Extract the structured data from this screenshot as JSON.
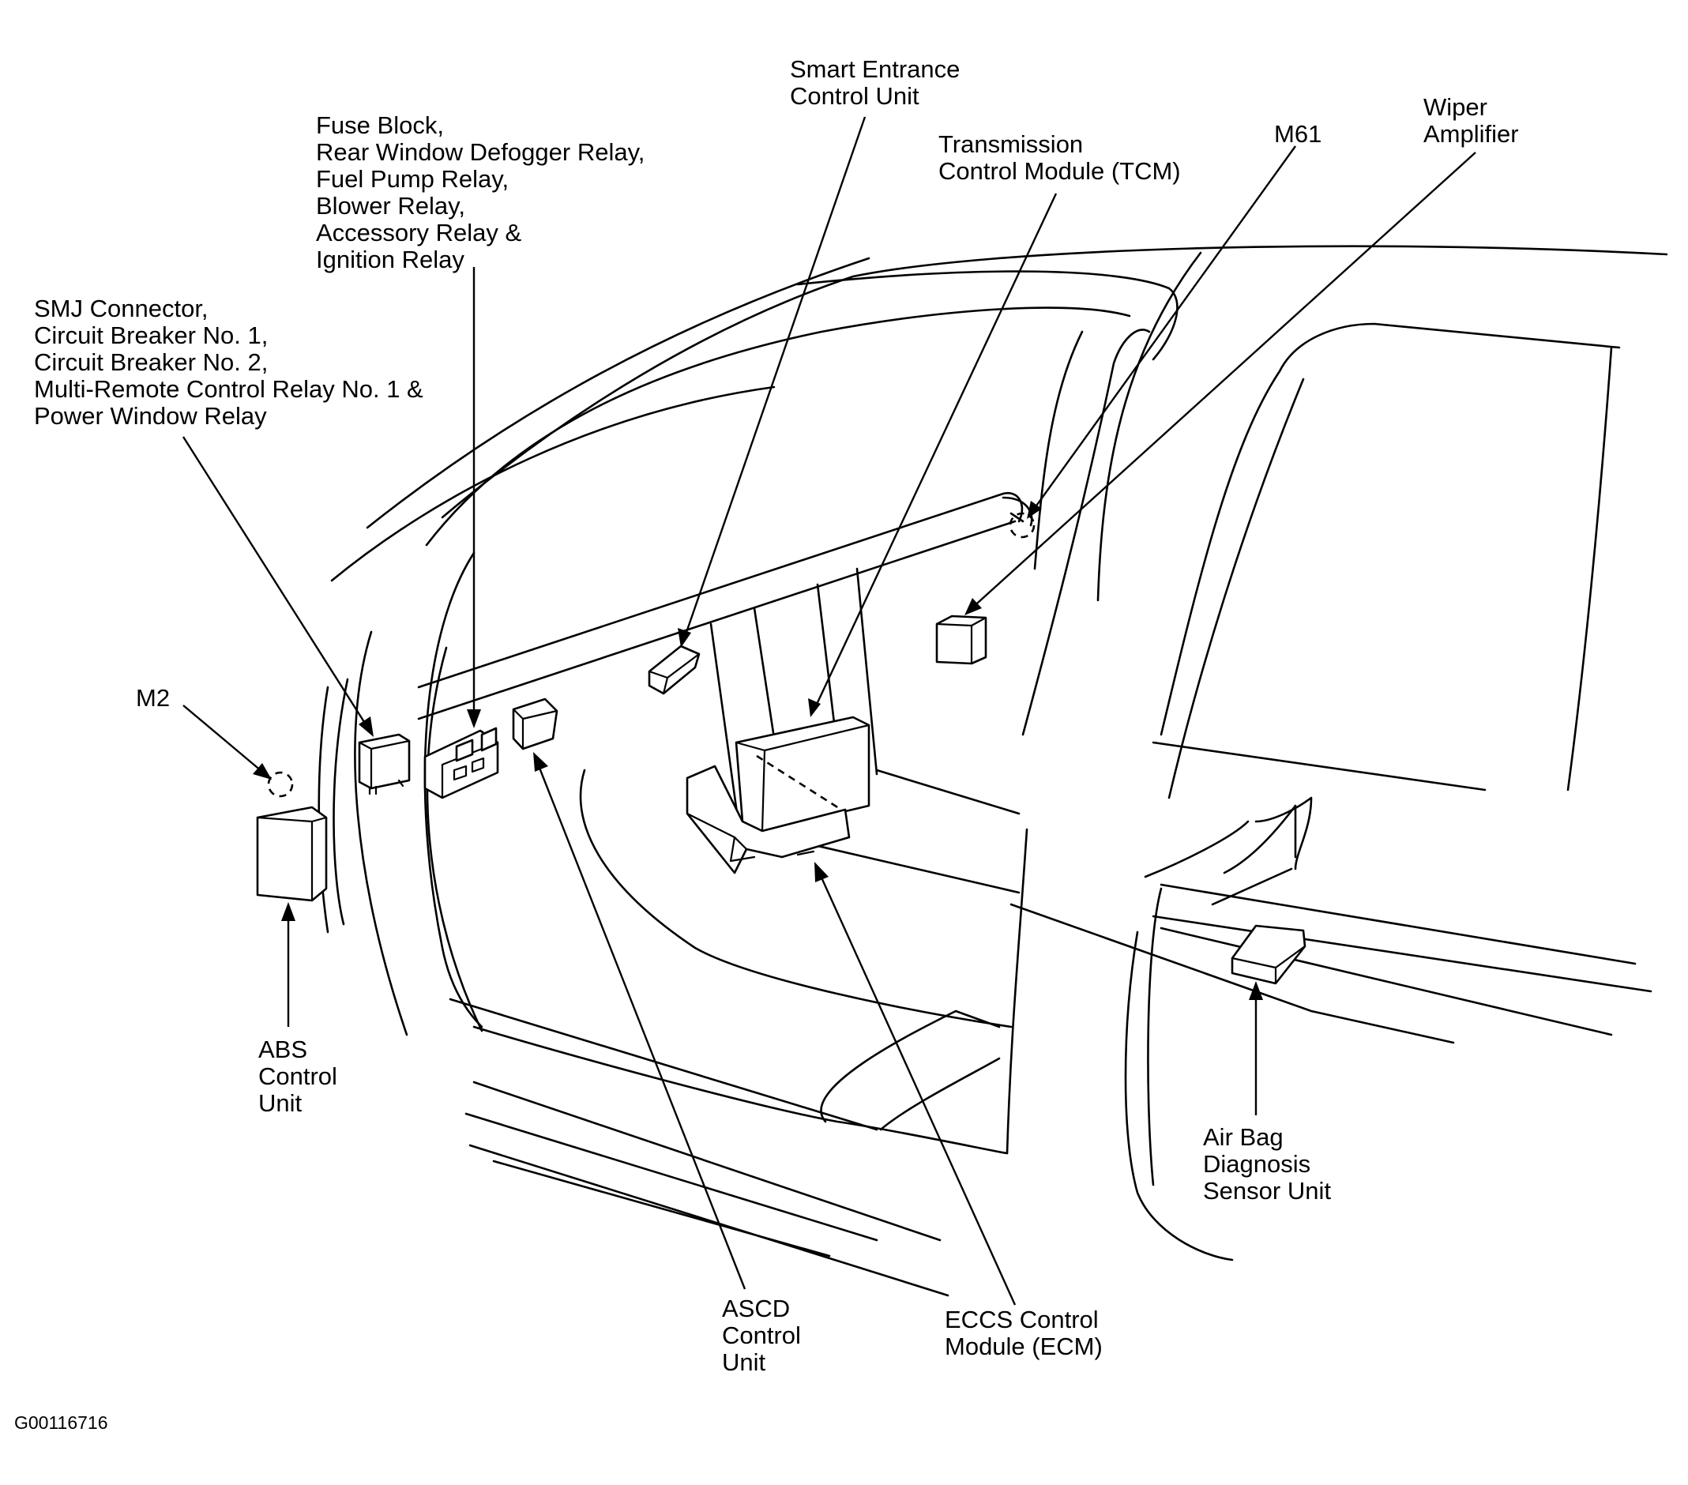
{
  "labels": {
    "smart_entrance": [
      "Smart Entrance",
      "Control Unit"
    ],
    "tcm": [
      "Transmission",
      "Control Module (TCM)"
    ],
    "m61": [
      "M61"
    ],
    "wiper": [
      "Wiper",
      "Amplifier"
    ],
    "fuse_block": [
      "Fuse Block,",
      "Rear Window Defogger Relay,",
      "Fuel Pump Relay,",
      "Blower Relay,",
      "Accessory Relay &",
      "Ignition Relay"
    ],
    "smj": [
      "SMJ Connector,",
      "Circuit Breaker No. 1,",
      "Circuit Breaker No. 2,",
      "Multi-Remote Control Relay No. 1 &",
      "Power Window Relay"
    ],
    "m2": [
      "M2"
    ],
    "abs": [
      "ABS",
      "Control",
      "Unit"
    ],
    "air_bag": [
      "Air Bag",
      "Diagnosis",
      "Sensor Unit"
    ],
    "ascd": [
      "ASCD",
      "Control",
      "Unit"
    ],
    "eccs": [
      "ECCS Control",
      "Module (ECM)"
    ]
  },
  "figure_id": "G00116716"
}
